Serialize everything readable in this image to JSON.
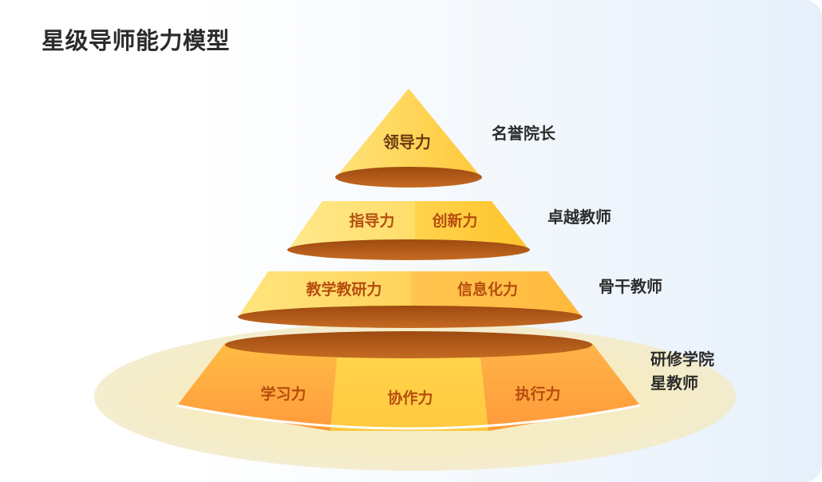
{
  "title": "星级导师能力模型",
  "tiers": [
    {
      "level": "名誉院长",
      "abilities": [
        "领导力"
      ]
    },
    {
      "level": "卓越教师",
      "abilities": [
        "指导力",
        "创新力"
      ]
    },
    {
      "level": "骨干教师",
      "abilities": [
        "教学教研力",
        "信息化力"
      ]
    },
    {
      "level_lines": [
        "研修学院",
        "星教师"
      ],
      "abilities": [
        "学习力",
        "协作力",
        "执行力"
      ]
    }
  ],
  "colors": {
    "title": "#2b2b2b",
    "ability_text_dark": "#6b3a10",
    "ability_text_orange": "#b54d0e",
    "tier_base_ellipse": "#b85c18",
    "background_tint": "#eaf3fc"
  }
}
